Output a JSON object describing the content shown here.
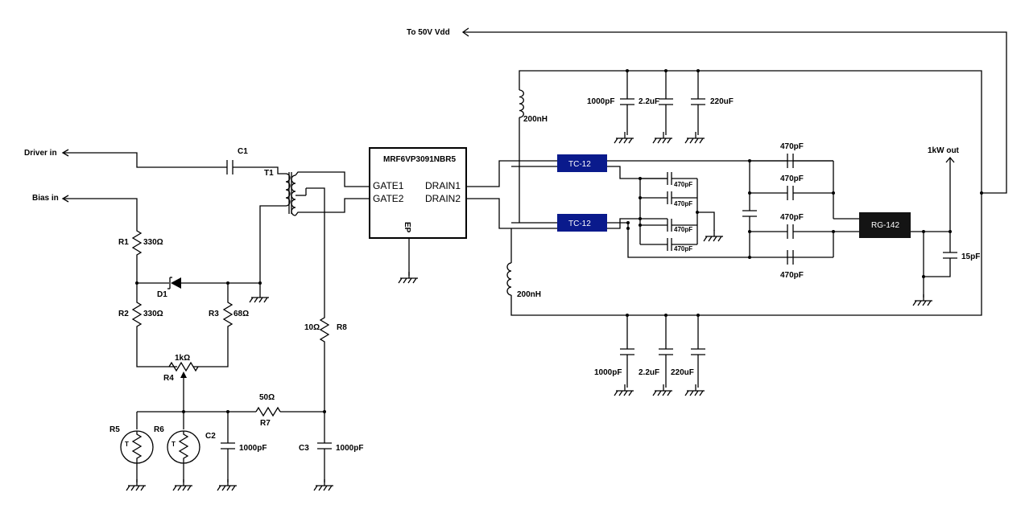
{
  "schematic": {
    "vdd_label": "To 50V Vdd",
    "driver_in": "Driver in",
    "bias_in": "Bias in",
    "out_label": "1kW out",
    "ic": {
      "part": "MRF6VP3091NBR5",
      "gate1": "GATE1",
      "gate2": "GATE2",
      "drain1": "DRAIN1",
      "drain2": "DRAIN2",
      "ep": "EP"
    },
    "refs": {
      "c1": "C1",
      "t1": "T1",
      "r1": "R1",
      "r2": "R2",
      "r3": "R3",
      "r4": "R4",
      "r5": "R5",
      "r6": "R6",
      "r7": "R7",
      "r8": "R8",
      "c2": "C2",
      "c3": "C3",
      "d1": "D1"
    },
    "values": {
      "r1": "330Ω",
      "r2": "330Ω",
      "r3": "68Ω",
      "r4": "1kΩ",
      "r7": "50Ω",
      "r8": "10Ω",
      "c2": "1000pF",
      "c3": "1000pF",
      "l_top": "200nH",
      "l_bot": "200nH",
      "ct1": "1000pF",
      "ct2": "2.2uF",
      "ct3": "220uF",
      "cb1": "1000pF",
      "cb2": "2.2uF",
      "cb3": "220uF",
      "cs1": "470pF",
      "cs2": "470pF",
      "cs3": "470pF",
      "cs4": "470pF",
      "cm1": "470pF",
      "cm2": "470pF",
      "cm3": "470pF",
      "cm4": "470pF",
      "cout": "15pF"
    },
    "thermistor_mark": "T",
    "tc1": "TC-12",
    "tc2": "TC-12",
    "coax": "RG-142",
    "colors": {
      "transformer": "#0a1a8c",
      "coax": "#141414"
    }
  }
}
